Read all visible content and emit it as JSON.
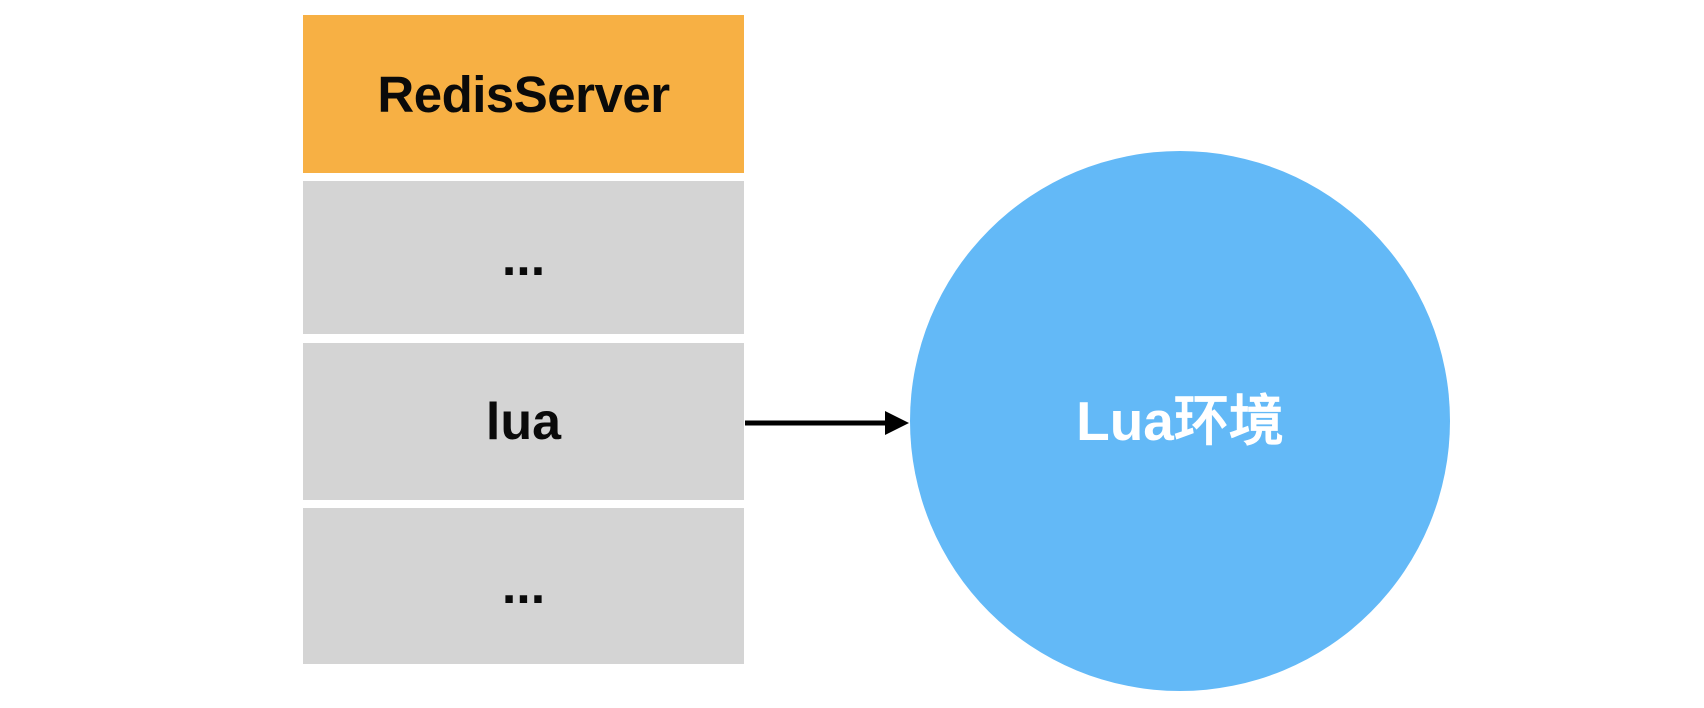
{
  "table": {
    "header": {
      "label": "RedisServer"
    },
    "rows": [
      {
        "label": "..."
      },
      {
        "label": "lua"
      },
      {
        "label": "..."
      }
    ]
  },
  "arrow": {
    "from": "lua",
    "to": "Lua环境",
    "icon": "right-arrow-icon"
  },
  "circle": {
    "label": "Lua环境"
  },
  "colors": {
    "background": "#FFFFFF",
    "header_bg": "#F7B044",
    "header_text": "#0A0A0A",
    "row_bg": "#D4D4D4",
    "row_text": "#0A0A0A",
    "circle_bg": "#63B9F7",
    "circle_text": "#FFFFFF",
    "arrow": "#000000"
  }
}
